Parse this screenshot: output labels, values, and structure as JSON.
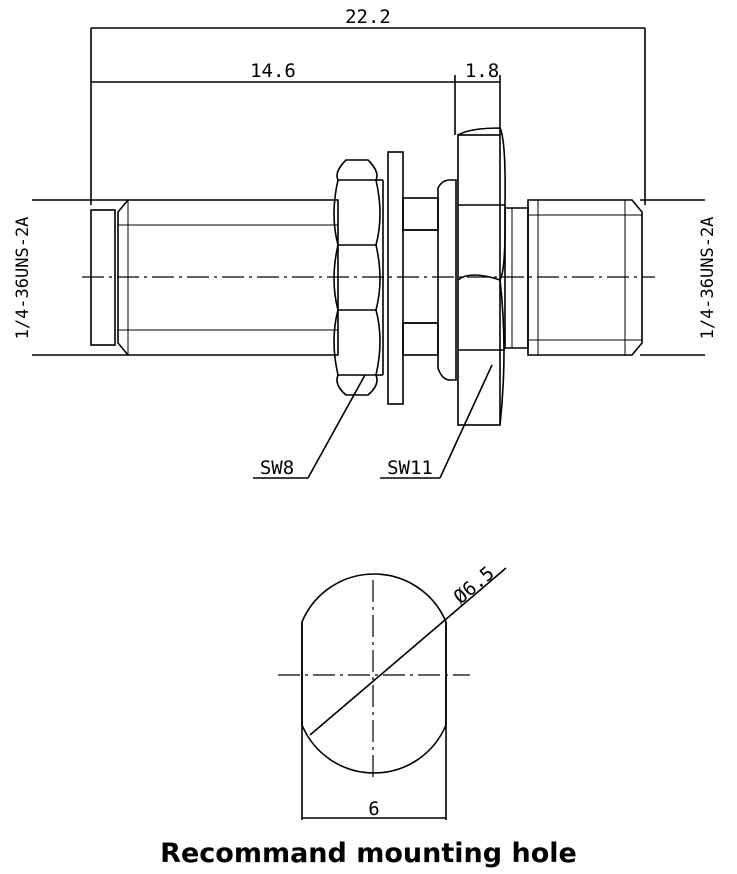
{
  "dimensions": {
    "overall_length": "22.2",
    "body_length": "14.6",
    "flange_thickness": "1.8",
    "thread_left": "1/4-36UNS-2A",
    "thread_right": "1/4-36UNS-2A",
    "nut_small": "SW8",
    "nut_large": "SW11",
    "hole_diameter": "Ø6.5",
    "hole_flat_width": "6"
  },
  "caption": "Recommand mounting hole",
  "colors": {
    "line": "#000000",
    "background": "#ffffff"
  }
}
